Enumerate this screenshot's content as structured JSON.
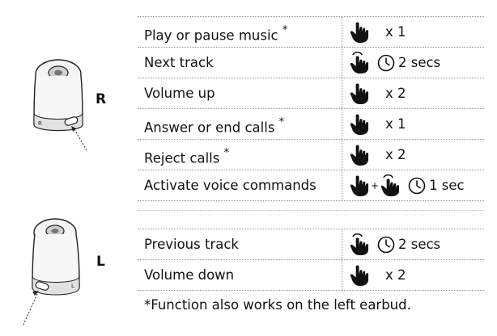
{
  "earbuds": {
    "right_label": "R",
    "left_label": "L",
    "right_band_letter": "R",
    "left_band_letter": "L"
  },
  "gestures_right": [
    {
      "function": "Play or pause music",
      "note": "*",
      "action": [
        "hand-icon"
      ],
      "text": "x 1"
    },
    {
      "function": "Next track",
      "note": "",
      "action": [
        "hand-hold-icon",
        "clock-icon"
      ],
      "text": "2 secs"
    },
    {
      "function": "Volume up",
      "note": "",
      "action": [
        "hand-icon"
      ],
      "text": "x 2"
    },
    {
      "function": "Answer or end calls",
      "note": "*",
      "action": [
        "hand-icon"
      ],
      "text": "x 1"
    },
    {
      "function": "Reject calls",
      "note": "*",
      "action": [
        "hand-icon"
      ],
      "text": "x 2"
    },
    {
      "function": "Activate voice commands",
      "note": "",
      "action": [
        "hand-icon",
        "plus",
        "hand-hold-icon",
        "clock-icon"
      ],
      "plus": "+",
      "text": "1 sec"
    }
  ],
  "gestures_left": [
    {
      "function": "Previous track",
      "note": "",
      "action": [
        "hand-hold-icon",
        "clock-icon"
      ],
      "text": "2 secs"
    },
    {
      "function": "Volume down",
      "note": "",
      "action": [
        "hand-icon"
      ],
      "text": "x 2"
    }
  ],
  "footnote": "*Function also works on the left earbud."
}
